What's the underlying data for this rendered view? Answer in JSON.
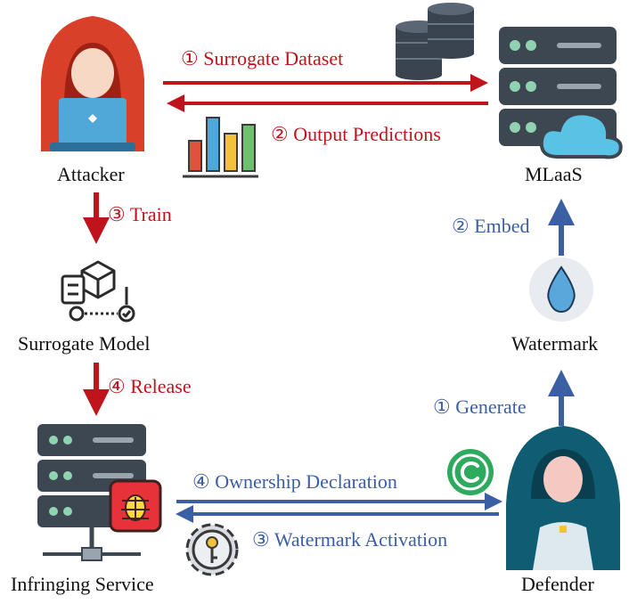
{
  "nodes": {
    "attacker": "Attacker",
    "mlaas": "MLaaS",
    "surrogate_model": "Surrogate Model",
    "watermark": "Watermark",
    "infringing_service": "Infringing Service",
    "defender": "Defender"
  },
  "edges": {
    "surrogate_dataset": "① Surrogate Dataset",
    "output_predictions": "② Output Predictions",
    "train": "③ Train",
    "release": "④ Release",
    "embed": "② Embed",
    "generate": "① Generate",
    "ownership_declaration": "④ Ownership Declaration",
    "watermark_activation": "③ Watermark Activation"
  },
  "icons": {
    "attacker": "hooded-attacker-with-laptop-icon",
    "dataset": "database-stack-icon",
    "predictions": "bar-chart-icon",
    "mlaas": "cloud-server-icon",
    "surrogate_model": "model-cube-workflow-icon",
    "watermark": "water-drop-icon",
    "infringing_service": "server-with-bug-icon",
    "copyright": "copyright-icon",
    "activation": "gear-with-key-icon",
    "defender": "hooded-defender-icon"
  },
  "colors": {
    "attacker_flow": "#c0141c",
    "defender_flow": "#3a5fa5",
    "server_body": "#3d4752",
    "attacker_hood": "#d8402a",
    "defender_hood": "#0f5d73",
    "water_drop": "#5aa7dc",
    "copyright_green": "#2eaa5e"
  }
}
